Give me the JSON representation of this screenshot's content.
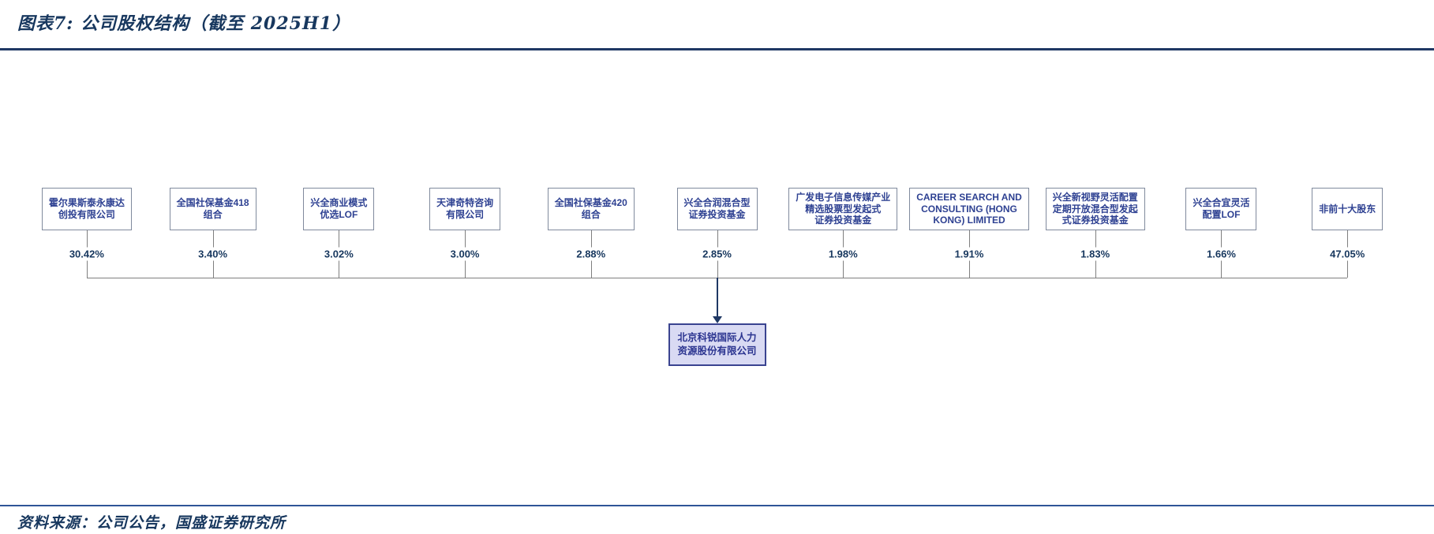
{
  "header": {
    "title": "图表7:  公司股权结构（截至 2025H1）"
  },
  "footer": {
    "source_note": "资料来源：公司公告，国盛证券研究所"
  },
  "company": {
    "name": "北京科锐国际人力\n资源股份有限公司"
  },
  "shareholders": [
    {
      "name": "霍尔果斯泰永康达\n创投有限公司",
      "pct": "30.42%"
    },
    {
      "name": "全国社保基金418\n组合",
      "pct": "3.40%"
    },
    {
      "name": "兴全商业模式\n优选LOF",
      "pct": "3.02%"
    },
    {
      "name": "天津奇特咨询\n有限公司",
      "pct": "3.00%"
    },
    {
      "name": "全国社保基金420\n组合",
      "pct": "2.88%"
    },
    {
      "name": "兴全合润混合型\n证券投资基金",
      "pct": "2.85%"
    },
    {
      "name": "广发电子信息传媒产业\n精选股票型发起式\n证券投资基金",
      "pct": "1.98%"
    },
    {
      "name": "CAREER SEARCH AND\nCONSULTING (HONG\nKONG) LIMITED",
      "pct": "1.91%"
    },
    {
      "name": "兴全新视野灵活配置\n定期开放混合型发起\n式证券投资基金",
      "pct": "1.83%"
    },
    {
      "name": "兴全合宜灵活\n配置LOF",
      "pct": "1.66%"
    },
    {
      "name": "非前十大股东",
      "pct": "47.05%"
    }
  ],
  "colors": {
    "title_navy": "#17375e",
    "title_rule": "#1f3864",
    "box_text_blue": "#2e4192",
    "box_border_gray": "#808a9d",
    "connector_gray": "#7f7f7f",
    "arrow_navy": "#1f3864",
    "company_fill": "#d9daf3",
    "company_border": "#3a4390",
    "footer_rule_blue": "#2f5597"
  }
}
